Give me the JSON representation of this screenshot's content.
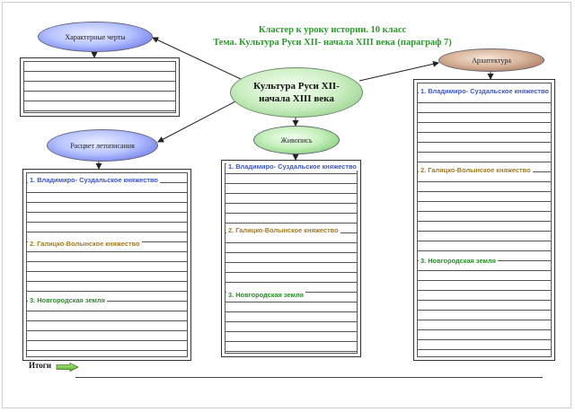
{
  "title": {
    "line1": "Кластер к уроку истории. 10 класс",
    "line2": "Тема. Культура Руси XII- начала XIII века (параграф 7)"
  },
  "central": {
    "line1": "Культура Руси XII-",
    "line2": "начала XIII века"
  },
  "ovals": {
    "features": "Характерные  черты",
    "chronicles": "Расцвет  летописания",
    "painting": "Живопись",
    "architecture": "Архитектура"
  },
  "chronicles_box": {
    "section1": "1. Владимиро-  Суздальское  княжество",
    "section2": "2. Галицко-Волынское  княжество",
    "section3": "3. Новгородская  земля"
  },
  "painting_box": {
    "section1": "1. Владимиро-  Суздальское  княжество",
    "section2": "2. Галицко-Волынское  княжество",
    "section3": "3. Новгородская  земля"
  },
  "architecture_box": {
    "section1": "1. Владимиро-  Суздальское  княжество",
    "section2": "2. Галицко-Волынское  княжество",
    "section3": "3. Новгородская  земля"
  },
  "footer": {
    "itogi": "Итоги"
  },
  "colors": {
    "title": "#2a9a2a",
    "section1": "#3a55c8",
    "section2": "#a07a20",
    "section3": "#2c8a2c"
  }
}
